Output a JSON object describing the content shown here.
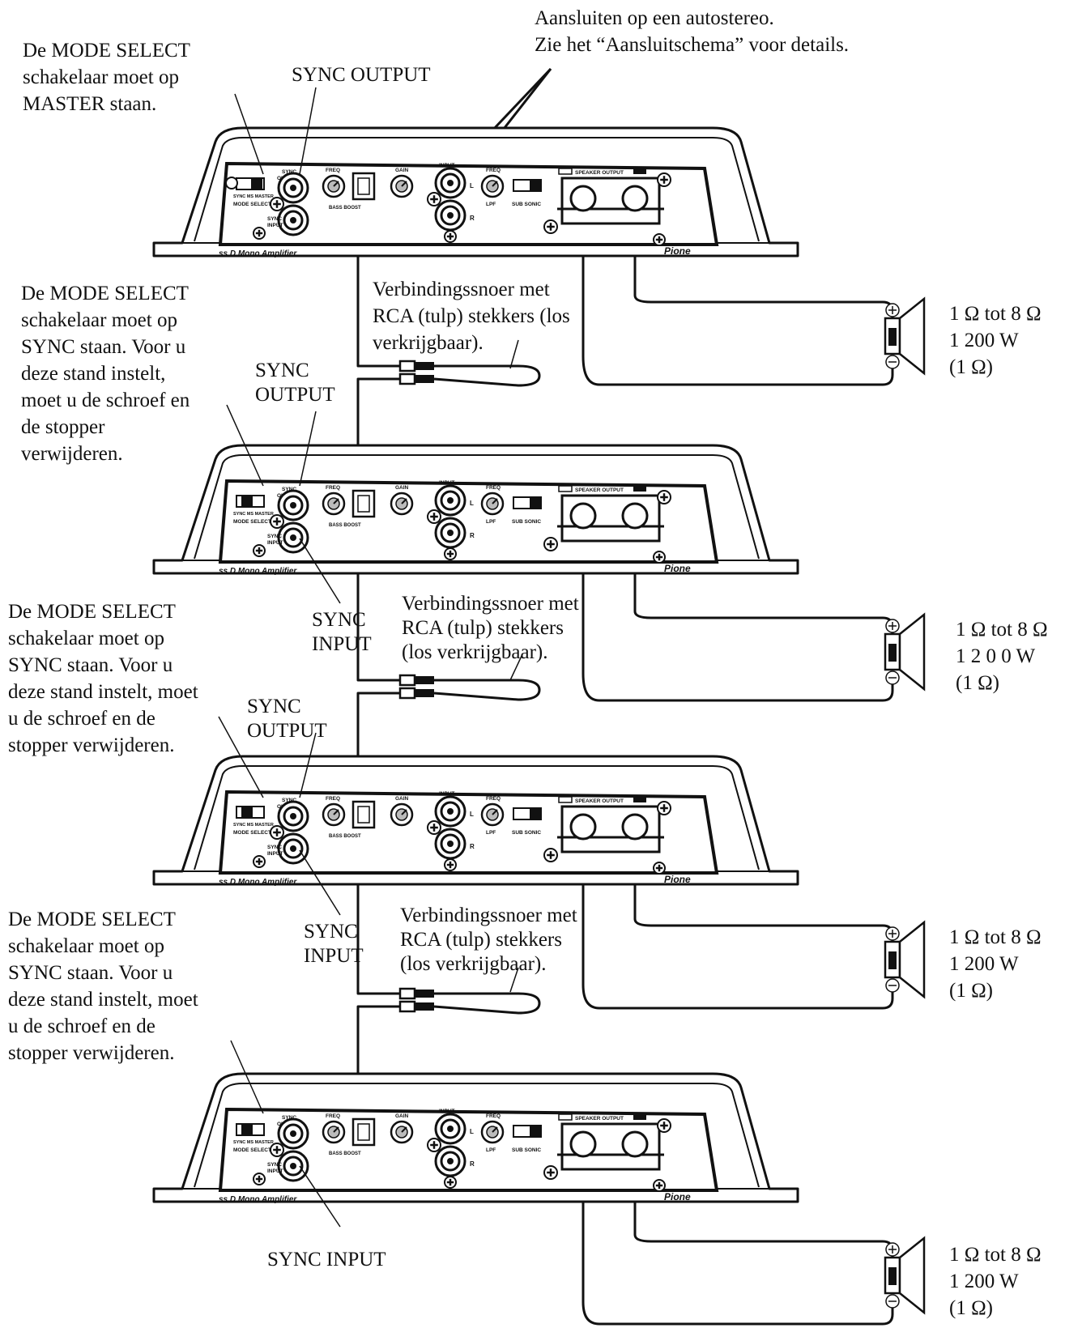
{
  "top_note": [
    "Aansluiten op een autostereo.",
    "Zie het “Aansluitschema”  voor details."
  ],
  "master_note": [
    "De MODE SELECT",
    "schakelaar moet op",
    "MASTER staan."
  ],
  "sync_output_label": "SYNC OUTPUT",
  "sync_output_two_line": [
    "SYNC",
    "OUTPUT"
  ],
  "sync_input_two_line": [
    "SYNC",
    "INPUT"
  ],
  "sync_input_label": "SYNC INPUT",
  "slave_note_a": [
    "De MODE SELECT",
    "schakelaar moet op",
    "SYNC staan. Voor u",
    "deze stand instelt,",
    "moet u de schroef en",
    "de stopper",
    "verwijderen."
  ],
  "slave_note_b": [
    "De MODE SELECT",
    "schakelaar moet op",
    "SYNC staan. Voor u",
    "deze stand instelt, moet",
    "u de schroef en de",
    "stopper verwijderen."
  ],
  "cable_note_a": [
    "Verbindingssnoer met",
    "RCA (tulp) stekkers (los",
    "verkrijgbaar)."
  ],
  "cable_note_b": [
    "Verbindingssnoer met",
    "RCA (tulp) stekkers",
    "(los verkrijgbaar)."
  ],
  "speaker_specs": [
    [
      "1 Ω tot 8 Ω",
      "1 200 W",
      "(1 Ω)"
    ],
    [
      "1 Ω tot 8 Ω",
      "1 2 0 0  W",
      "(1 Ω)"
    ],
    [
      "1 Ω tot 8 Ω",
      "1 200 W",
      "(1 Ω)"
    ],
    [
      "1 Ω tot 8 Ω",
      "1 200 W",
      "(1 Ω)"
    ]
  ],
  "panel": {
    "sync_output": [
      "SYNC",
      "OUTPUT"
    ],
    "sync_input": [
      "SYNC",
      "INPUT"
    ],
    "mode_select": "MODE SELECT",
    "mode_positions": "SYNC  MS  MASTER",
    "freq": "FREQ",
    "bass_boost": "BASS BOOST",
    "gain": "GAIN",
    "input": "INPUT",
    "lpf": "LPF",
    "sub_sonic": "SUB SONIC",
    "speaker_output": "SPEAKER OUTPUT",
    "amp_name": "ss D Mono Amplifier",
    "brand": "Pione",
    "left": "L",
    "right": "R"
  }
}
